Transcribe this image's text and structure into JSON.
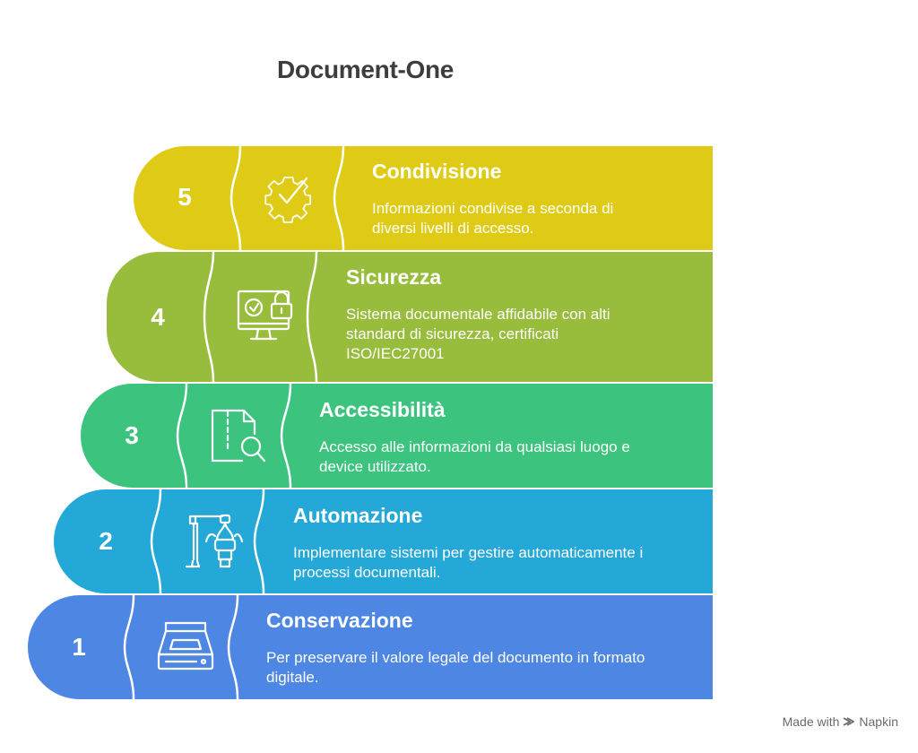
{
  "title": "Document-One",
  "steps": [
    {
      "number": "1",
      "title": "Conservazione",
      "description": "Per preservare il valore legale del documento in formato digitale.",
      "icon": "scanner-icon",
      "color": "#4e87e3"
    },
    {
      "number": "2",
      "title": "Automazione",
      "description": "Implementare sistemi per gestire automaticamente i processi documentali.",
      "icon": "robotic-arm-icon",
      "color": "#24a8d8"
    },
    {
      "number": "3",
      "title": "Accessibilità",
      "description": "Accesso alle informazioni da qualsiasi luogo e device utilizzato.",
      "icon": "file-search-icon",
      "color": "#3cc47f"
    },
    {
      "number": "4",
      "title": "Sicurezza",
      "description": "Sistema documentale affidabile con alti standard di sicurezza, certificati ISO/IEC27001",
      "icon": "secure-monitor-icon",
      "color": "#98bd3c"
    },
    {
      "number": "5",
      "title": "Condivisione",
      "description": "Informazioni condivise a seconda di diversi livelli di accesso.",
      "icon": "gear-check-icon",
      "color": "#dfcb16"
    }
  ],
  "footer": {
    "made_with": "Made with",
    "brand": "Napkin"
  }
}
